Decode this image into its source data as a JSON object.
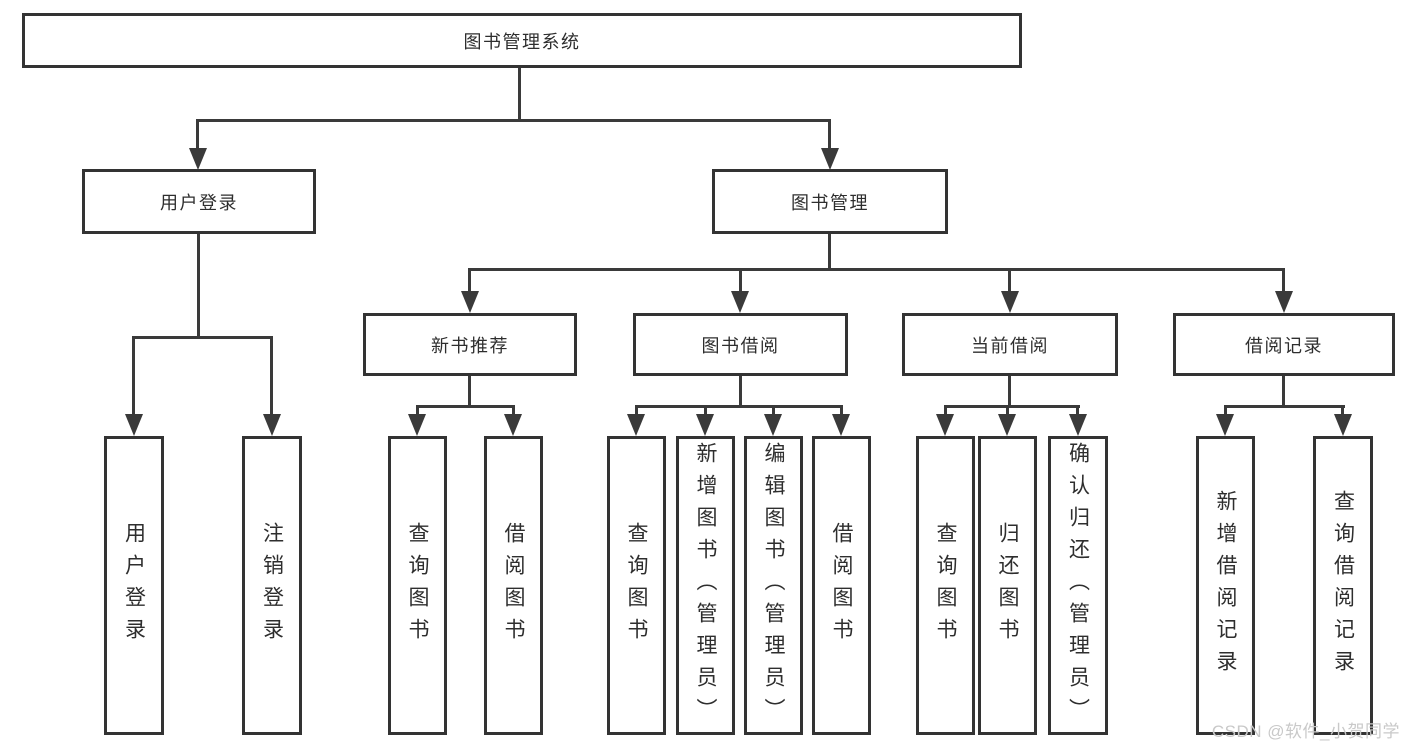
{
  "diagram": {
    "root": {
      "label": "图书管理系统"
    },
    "level2": [
      {
        "label": "用户登录"
      },
      {
        "label": "图书管理"
      }
    ],
    "level3": [
      {
        "label": "新书推荐",
        "parent": "图书管理"
      },
      {
        "label": "图书借阅",
        "parent": "图书管理"
      },
      {
        "label": "当前借阅",
        "parent": "图书管理"
      },
      {
        "label": "借阅记录",
        "parent": "图书管理"
      }
    ],
    "leaves": [
      {
        "label": "用户登录",
        "parent": "用户登录"
      },
      {
        "label": "注销登录",
        "parent": "用户登录"
      },
      {
        "label": "查询图书",
        "parent": "新书推荐"
      },
      {
        "label": "借阅图书",
        "parent": "新书推荐"
      },
      {
        "label": "查询图书",
        "parent": "图书借阅"
      },
      {
        "label": "新增图书（管理员）",
        "parent": "图书借阅"
      },
      {
        "label": "编辑图书（管理员）",
        "parent": "图书借阅"
      },
      {
        "label": "借阅图书",
        "parent": "图书借阅"
      },
      {
        "label": "查询图书",
        "parent": "当前借阅"
      },
      {
        "label": "归还图书",
        "parent": "当前借阅"
      },
      {
        "label": "确认归还（管理员）",
        "parent": "当前借阅"
      },
      {
        "label": "新增借阅记录",
        "parent": "借阅记录"
      },
      {
        "label": "查询借阅记录",
        "parent": "借阅记录"
      }
    ]
  },
  "watermark": {
    "text": "CSDN @软件_小贺同学"
  },
  "colors": {
    "line": "#3a3a3a",
    "box_border": "#333333",
    "text": "#2e2e2e",
    "background": "#ffffff",
    "watermark": "#c9c9c9"
  }
}
